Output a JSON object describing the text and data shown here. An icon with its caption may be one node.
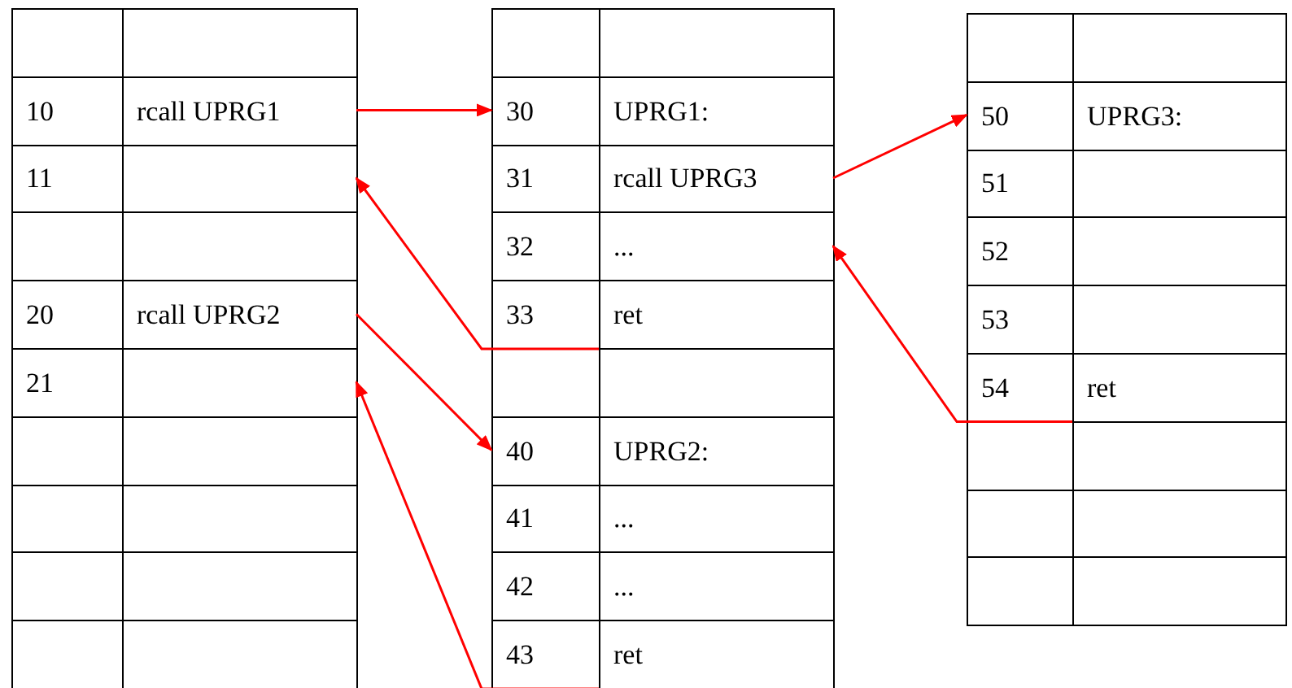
{
  "diagram": {
    "nodes": [
      {
        "text": [],
        "shape": "box"
      },
      {
        "text": [],
        "shape": "box"
      },
      {
        "text": [
          "10"
        ]
      },
      {
        "text": [
          "rcall UPRG1"
        ]
      },
      {
        "text": [
          "11"
        ]
      },
      {
        "text": [],
        "shape": "box"
      },
      {
        "text": [],
        "shape": "box"
      },
      {
        "text": [],
        "shape": "box"
      },
      {
        "text": [
          "20"
        ]
      },
      {
        "text": [
          "rcall UPRG2"
        ]
      },
      {
        "text": [
          "21"
        ]
      },
      {
        "text": [],
        "shape": "box"
      },
      {
        "text": [],
        "shape": "box"
      },
      {
        "text": [],
        "shape": "box"
      },
      {
        "text": [],
        "shape": "box"
      },
      {
        "text": [],
        "shape": "box"
      },
      {
        "text": [],
        "shape": "box"
      },
      {
        "text": [],
        "shape": "box"
      },
      {
        "text": [],
        "shape": "box"
      },
      {
        "text": [],
        "shape": "box"
      },
      {
        "text": [],
        "shape": "box"
      },
      {
        "text": [],
        "shape": "box"
      },
      {
        "text": [
          "30"
        ]
      },
      {
        "text": [
          "UPRG1:"
        ]
      },
      {
        "text": [
          "31"
        ]
      },
      {
        "text": [
          "rcall UPRG3"
        ]
      },
      {
        "text": [
          "32"
        ]
      },
      {
        "text": [
          "..."
        ]
      },
      {
        "text": [
          "33"
        ]
      },
      {
        "text": [
          "ret"
        ]
      },
      {
        "text": [],
        "shape": "box"
      },
      {
        "text": [],
        "shape": "box"
      },
      {
        "text": [
          "40"
        ]
      },
      {
        "text": [
          "UPRG2:"
        ]
      },
      {
        "text": [
          "41"
        ]
      },
      {
        "text": [
          "..."
        ]
      },
      {
        "text": [
          "42"
        ]
      },
      {
        "text": [
          "..."
        ]
      },
      {
        "text": [
          "43"
        ]
      },
      {
        "text": [
          "ret"
        ]
      },
      {
        "text": [],
        "shape": "box"
      },
      {
        "text": [],
        "shape": "box"
      },
      {
        "text": [
          "50"
        ]
      },
      {
        "text": [
          "UPRG3:"
        ]
      },
      {
        "text": [
          "51"
        ]
      },
      {
        "text": [],
        "shape": "box"
      },
      {
        "text": [
          "52"
        ]
      },
      {
        "text": [],
        "shape": "box"
      },
      {
        "text": [
          "53"
        ]
      },
      {
        "text": [],
        "shape": "box"
      },
      {
        "text": [
          "54"
        ]
      },
      {
        "text": [
          "ret"
        ]
      },
      {
        "text": [],
        "shape": "box"
      },
      {
        "text": [],
        "shape": "box"
      },
      {
        "text": [],
        "shape": "box"
      },
      {
        "text": [],
        "shape": "box"
      },
      {
        "text": [],
        "shape": "box"
      },
      {
        "text": [],
        "shape": "box"
      }
    ],
    "edges": [
      {
        "from": 3,
        "to": 22,
        "arrow": "to",
        "color": "#ff0000"
      },
      {
        "from": 29,
        "to": 5,
        "arrow": "to",
        "color": "#ff0000"
      },
      {
        "from": 25,
        "to": 42,
        "arrow": "to",
        "color": "#ff0000"
      },
      {
        "from": 51,
        "to": 27,
        "arrow": "to",
        "color": "#ff0000"
      },
      {
        "from": 9,
        "to": 32,
        "arrow": "to",
        "color": "#ff0000"
      },
      {
        "from": 39,
        "to": 11,
        "arrow": "to",
        "color": "#ff0000"
      }
    ]
  }
}
